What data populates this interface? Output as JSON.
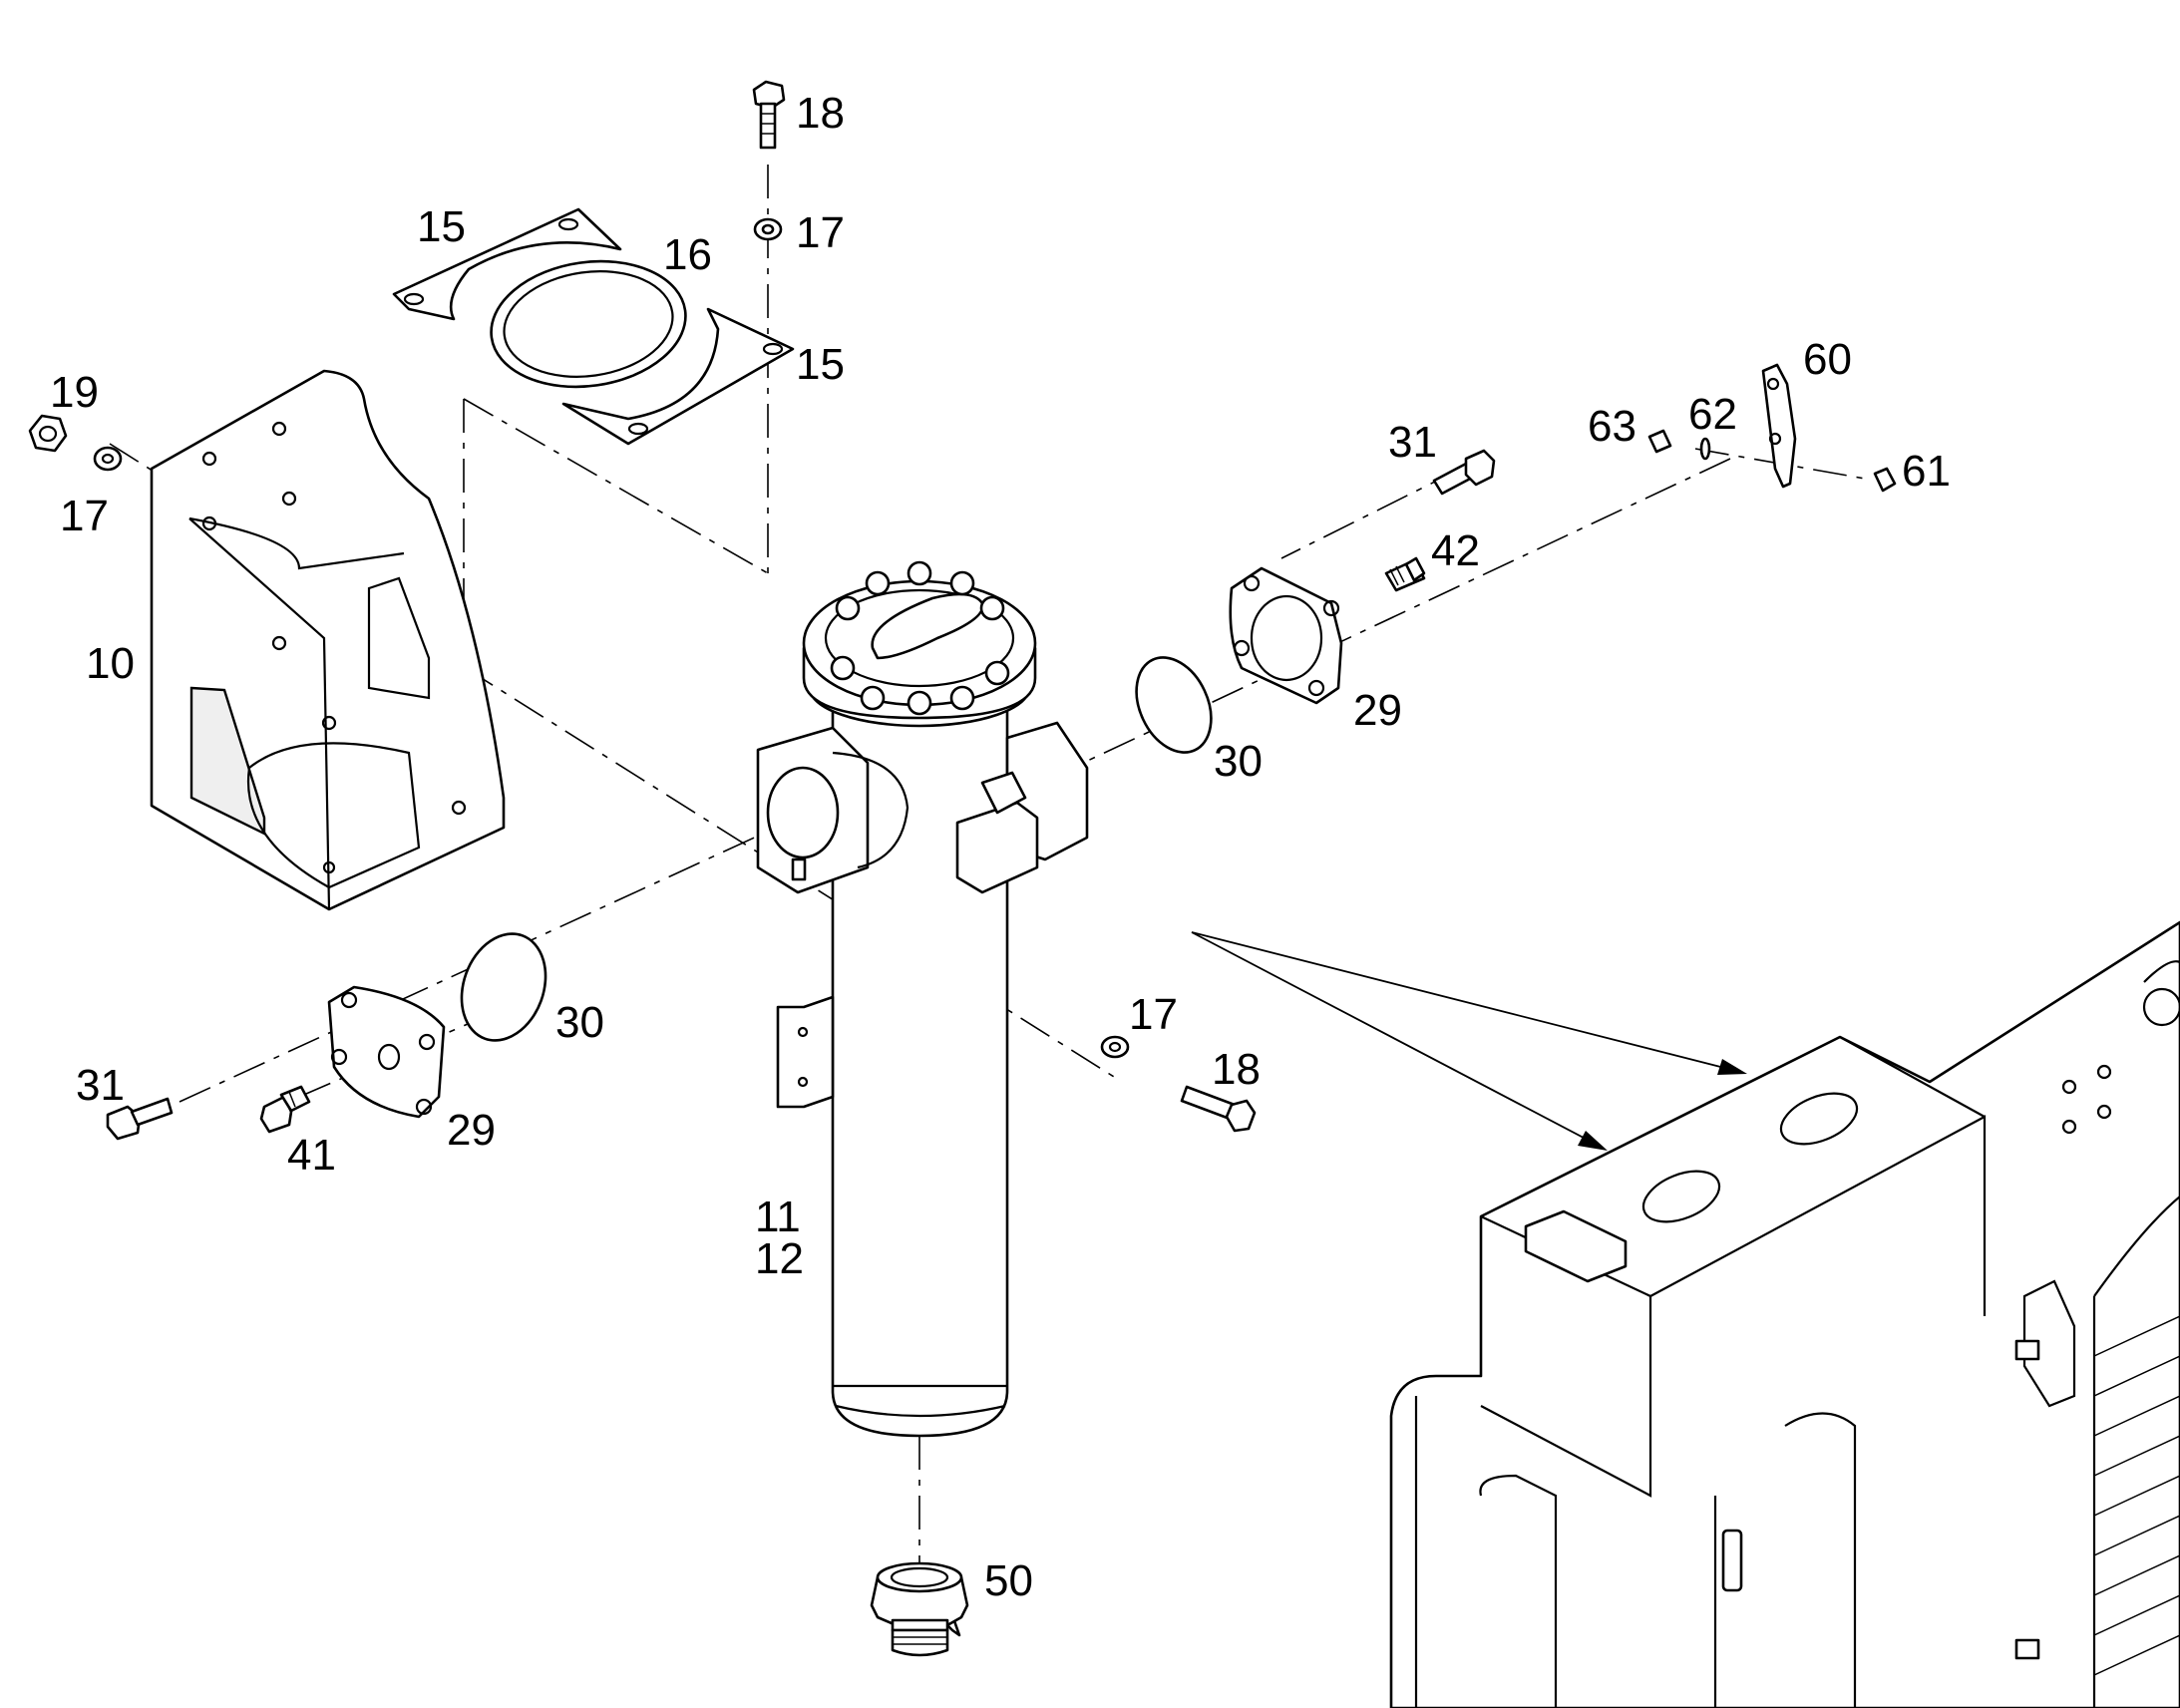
{
  "callouts": [
    {
      "id": "c18a",
      "text": "18"
    },
    {
      "id": "c17a",
      "text": "17"
    },
    {
      "id": "c15a",
      "text": "15"
    },
    {
      "id": "c16",
      "text": "16"
    },
    {
      "id": "c15b",
      "text": "15"
    },
    {
      "id": "c19",
      "text": "19"
    },
    {
      "id": "c17b",
      "text": "17"
    },
    {
      "id": "c10",
      "text": "10"
    },
    {
      "id": "c60",
      "text": "60"
    },
    {
      "id": "c62",
      "text": "62"
    },
    {
      "id": "c63",
      "text": "63"
    },
    {
      "id": "c61",
      "text": "61"
    },
    {
      "id": "c31a",
      "text": "31"
    },
    {
      "id": "c42",
      "text": "42"
    },
    {
      "id": "c29a",
      "text": "29"
    },
    {
      "id": "c30a",
      "text": "30"
    },
    {
      "id": "c30b",
      "text": "30"
    },
    {
      "id": "c31b",
      "text": "31"
    },
    {
      "id": "c41",
      "text": "41"
    },
    {
      "id": "c29b",
      "text": "29"
    },
    {
      "id": "c17c",
      "text": "17"
    },
    {
      "id": "c18b",
      "text": "18"
    },
    {
      "id": "c11",
      "text": "11"
    },
    {
      "id": "c12",
      "text": "12"
    },
    {
      "id": "c50",
      "text": "50"
    }
  ]
}
